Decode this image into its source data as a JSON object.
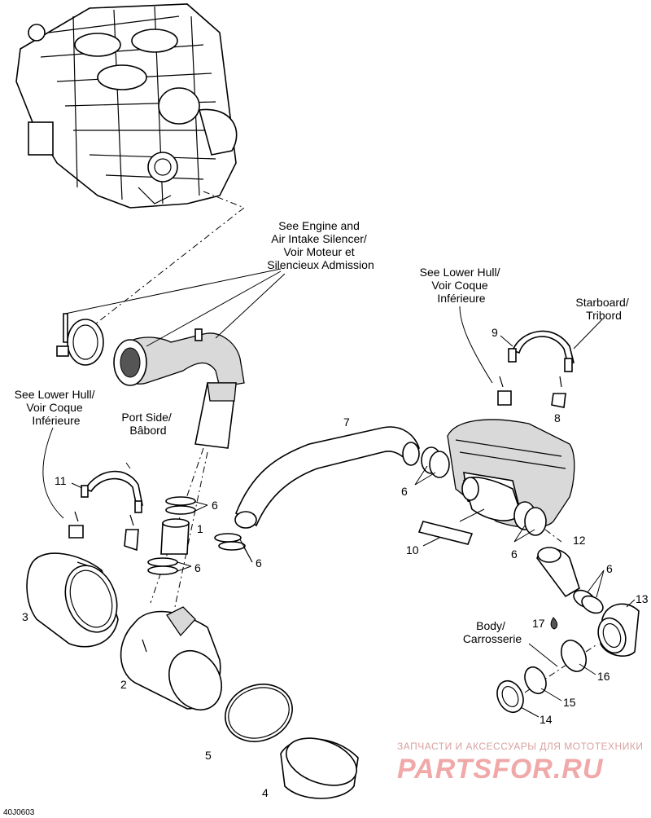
{
  "callouts": {
    "engine_ref": [
      "See Engine and",
      "Air Intake Silencer/",
      "Voir Moteur et",
      "Silencieux Admission"
    ],
    "lower_hull_right": [
      "See Lower Hull/",
      "Voir Coque",
      "Inférieure"
    ],
    "lower_hull_left": [
      "See Lower Hull/",
      "Voir Coque",
      "Inférieure"
    ],
    "starboard": [
      "Starboard/",
      "Tribord"
    ],
    "port_side": [
      "Port Side/",
      "Bâbord"
    ],
    "body": [
      "Body/",
      "Carrosserie"
    ]
  },
  "part_numbers": {
    "p1": "1",
    "p2": "2",
    "p3": "3",
    "p4": "4",
    "p5": "5",
    "p6a": "6",
    "p6b": "6",
    "p6c": "6",
    "p6d": "6",
    "p6e": "6",
    "p6f": "6",
    "p7": "7",
    "p8": "8",
    "p9": "9",
    "p10": "10",
    "p11": "11",
    "p12": "12",
    "p13": "13",
    "p14": "14",
    "p15": "15",
    "p16": "16",
    "p17": "17"
  },
  "diagram_code": "40J0603",
  "watermark": {
    "tagline": "ЗАПЧАСТИ И АКСЕССУАРЫ ДЛЯ МОТОТЕХНИКИ",
    "brand": "PARTSFOR.RU"
  }
}
